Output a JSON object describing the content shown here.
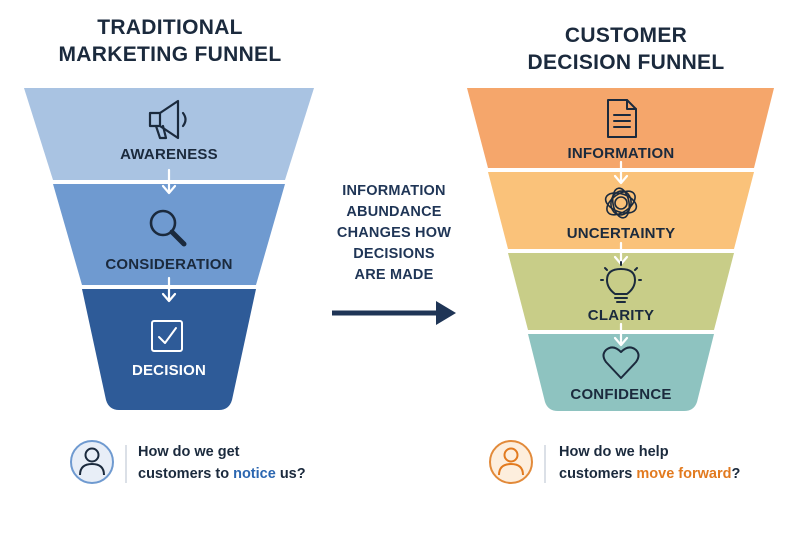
{
  "left_funnel": {
    "title_line1": "TRADITIONAL",
    "title_line2": "MARKETING FUNNEL",
    "stages": [
      {
        "label": "AWARENESS",
        "icon": "megaphone-icon",
        "color": "#a9c3e2"
      },
      {
        "label": "CONSIDERATION",
        "icon": "magnifier-icon",
        "color": "#6f9ad0"
      },
      {
        "label": "DECISION",
        "icon": "checkbox-icon",
        "color": "#2e5b98"
      }
    ],
    "question": {
      "line1": "How do we get",
      "line2_before": "customers to ",
      "line2_highlight": "notice",
      "line2_after": " us?",
      "highlight_color": "#2b66b0"
    }
  },
  "middle": {
    "lines": [
      "INFORMATION",
      "ABUNDANCE",
      "CHANGES HOW",
      "DECISIONS",
      "ARE MADE"
    ],
    "arrow_icon": "arrow-right-icon",
    "color": "#1f3556"
  },
  "right_funnel": {
    "title_line1": "CUSTOMER",
    "title_line2": "DECISION FUNNEL",
    "stages": [
      {
        "label": "INFORMATION",
        "icon": "document-icon",
        "color": "#f5a66b"
      },
      {
        "label": "UNCERTAINTY",
        "icon": "tangle-icon",
        "color": "#fac27a"
      },
      {
        "label": "CLARITY",
        "icon": "lightbulb-icon",
        "color": "#c8cd88"
      },
      {
        "label": "CONFIDENCE",
        "icon": "heart-icon",
        "color": "#8ec3c0"
      }
    ],
    "question": {
      "line1": "How do we help",
      "line2_before": "customers ",
      "line2_highlight": "move forward",
      "line2_after": "?",
      "highlight_color": "#e27a1f"
    }
  },
  "colors": {
    "title_text": "#1b2a3d",
    "dark_label": "#1b2a3d",
    "light_label": "#ffffff",
    "left_avatar": "#6f9ad0",
    "right_avatar": "#e28a3a"
  }
}
